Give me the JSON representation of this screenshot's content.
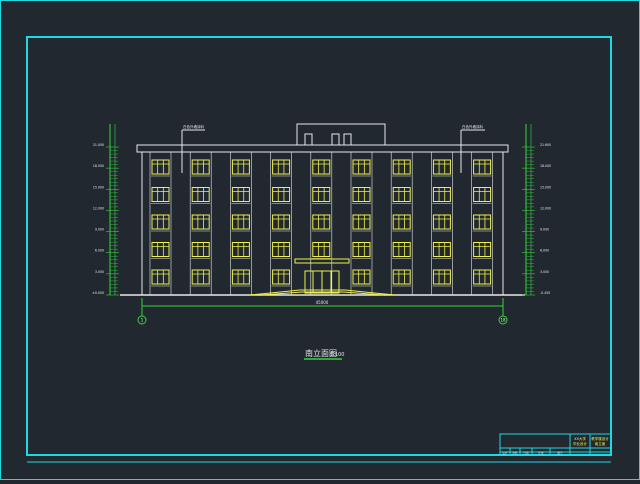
{
  "drawing": {
    "title": "南立面图",
    "scale": "1:100",
    "total_width_dim": "45000",
    "axis_left": "1",
    "axis_right": "18"
  },
  "building": {
    "floors": 5,
    "window_columns": 9,
    "door_column_index": 4
  },
  "levels_left": [
    "21.000",
    "18.000",
    "15.000",
    "12.000",
    "9.000",
    "6.000",
    "3.000",
    "±0.000"
  ],
  "levels_right": [
    "21.600",
    "18.000",
    "15.000",
    "12.000",
    "9.000",
    "6.000",
    "3.000",
    "-0.450"
  ],
  "notes": {
    "left": "白色外墙涂料",
    "right": "白色外墙涂料"
  },
  "title_block": {
    "row1": [
      "",
      "",
      "",
      "",
      "",
      "XX大学",
      "教学楼设计"
    ],
    "row2": [
      "",
      "",
      "",
      "",
      "",
      "毕业设计",
      "南立面"
    ],
    "row3": [
      "设计",
      "审核",
      "日期",
      "比例",
      "图号",
      "",
      ""
    ]
  },
  "colors": {
    "background": "#212830",
    "frame": "#1fd9e0",
    "lines": "#e8e8e8",
    "windows": "#f0f04a",
    "dims": "#35d63a",
    "title_underline": "#35d63a"
  }
}
